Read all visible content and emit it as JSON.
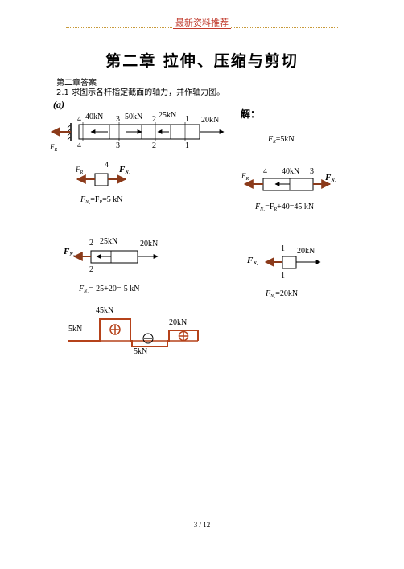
{
  "header": {
    "text": "最新资料推荐"
  },
  "title": "第二章 拉伸、压缩与剪切",
  "chapter_answer": "第二章答案",
  "problem": "2.1 求图示各杆指定截面的轴力，并作轴力图。",
  "part_label": "(a)",
  "solution_label": "解：",
  "main_diagram": {
    "section_labels": [
      "4",
      "3",
      "2",
      "1"
    ],
    "forces": [
      "40kN",
      "50kN",
      "25kN",
      "20kN"
    ],
    "reaction": "F",
    "reaction_sub": "R"
  },
  "eq_fr": "=5kN",
  "fbd4": {
    "label": "4",
    "fr": "F",
    "fr_sub": "R",
    "fn": "F",
    "fn_sub": "N₄",
    "eq": "=F",
    "eq_sub": "R",
    "eq_tail": "=5 kN"
  },
  "fbd3": {
    "label_left": "4",
    "label_right": "3",
    "force": "40kN",
    "fr": "F",
    "fr_sub": "R",
    "fn": "F",
    "fn_sub": "N₃",
    "eq": "=F",
    "eq_tail": "+40=45 kN"
  },
  "fbd2": {
    "label": "2",
    "force_left": "25kN",
    "force_right": "20kN",
    "fn": "F",
    "fn_sub": "N₂",
    "eq": "=-25+20=-5 kN"
  },
  "fbd1": {
    "label": "1",
    "force": "20kN",
    "fn": "F",
    "fn_sub": "N₁",
    "eq": "=20kN"
  },
  "axial_diagram": {
    "values": [
      "5kN",
      "45kN",
      "5kN",
      "20kN"
    ],
    "signs": [
      "plus",
      "minus",
      "plus"
    ]
  },
  "footer": {
    "page": "3",
    "sep": "/",
    "total": "12"
  }
}
